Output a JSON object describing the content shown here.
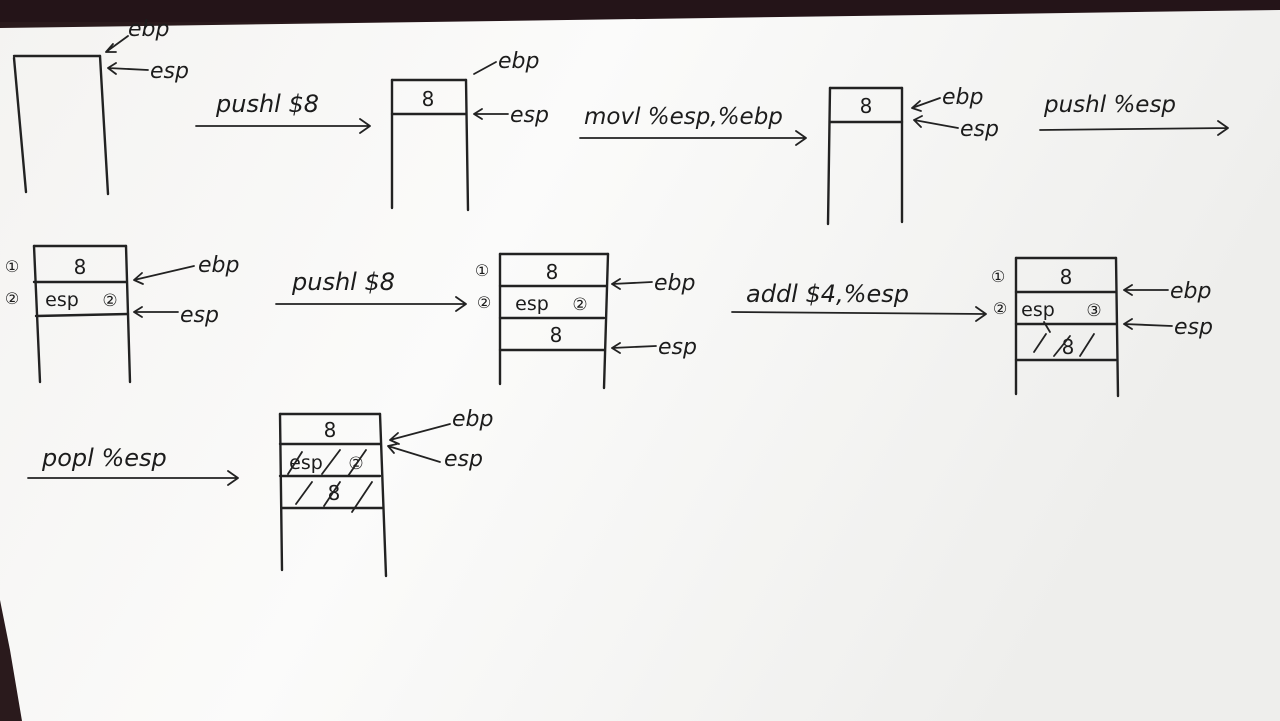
{
  "stages": [
    {
      "cells": []
    },
    {
      "cells": [
        "8"
      ]
    },
    {
      "cells": [
        "8"
      ]
    },
    {
      "cells": [
        "8",
        "esp"
      ],
      "markers": [
        "①",
        "②"
      ],
      "tag": "②"
    },
    {
      "cells": [
        "8",
        "esp",
        "8"
      ],
      "markers": [
        "①",
        "②"
      ],
      "tag": "②"
    },
    {
      "cells": [
        "8",
        "esp",
        "8"
      ],
      "markers": [
        "①",
        "②"
      ],
      "tag": "③"
    },
    {
      "cells": [
        "8",
        "esp",
        "8"
      ],
      "tag": "②"
    }
  ],
  "ops": [
    "pushl  $8",
    "movl %esp,%ebp",
    "pushl  %esp",
    "pushl  $8",
    "addl  $4,%esp",
    "popl  %esp"
  ],
  "pointers": {
    "ebp": "ebp",
    "esp": "esp"
  },
  "colors": {
    "ink": "#222222",
    "paper": "#f6f6f4",
    "background": "#2a1a1c"
  }
}
